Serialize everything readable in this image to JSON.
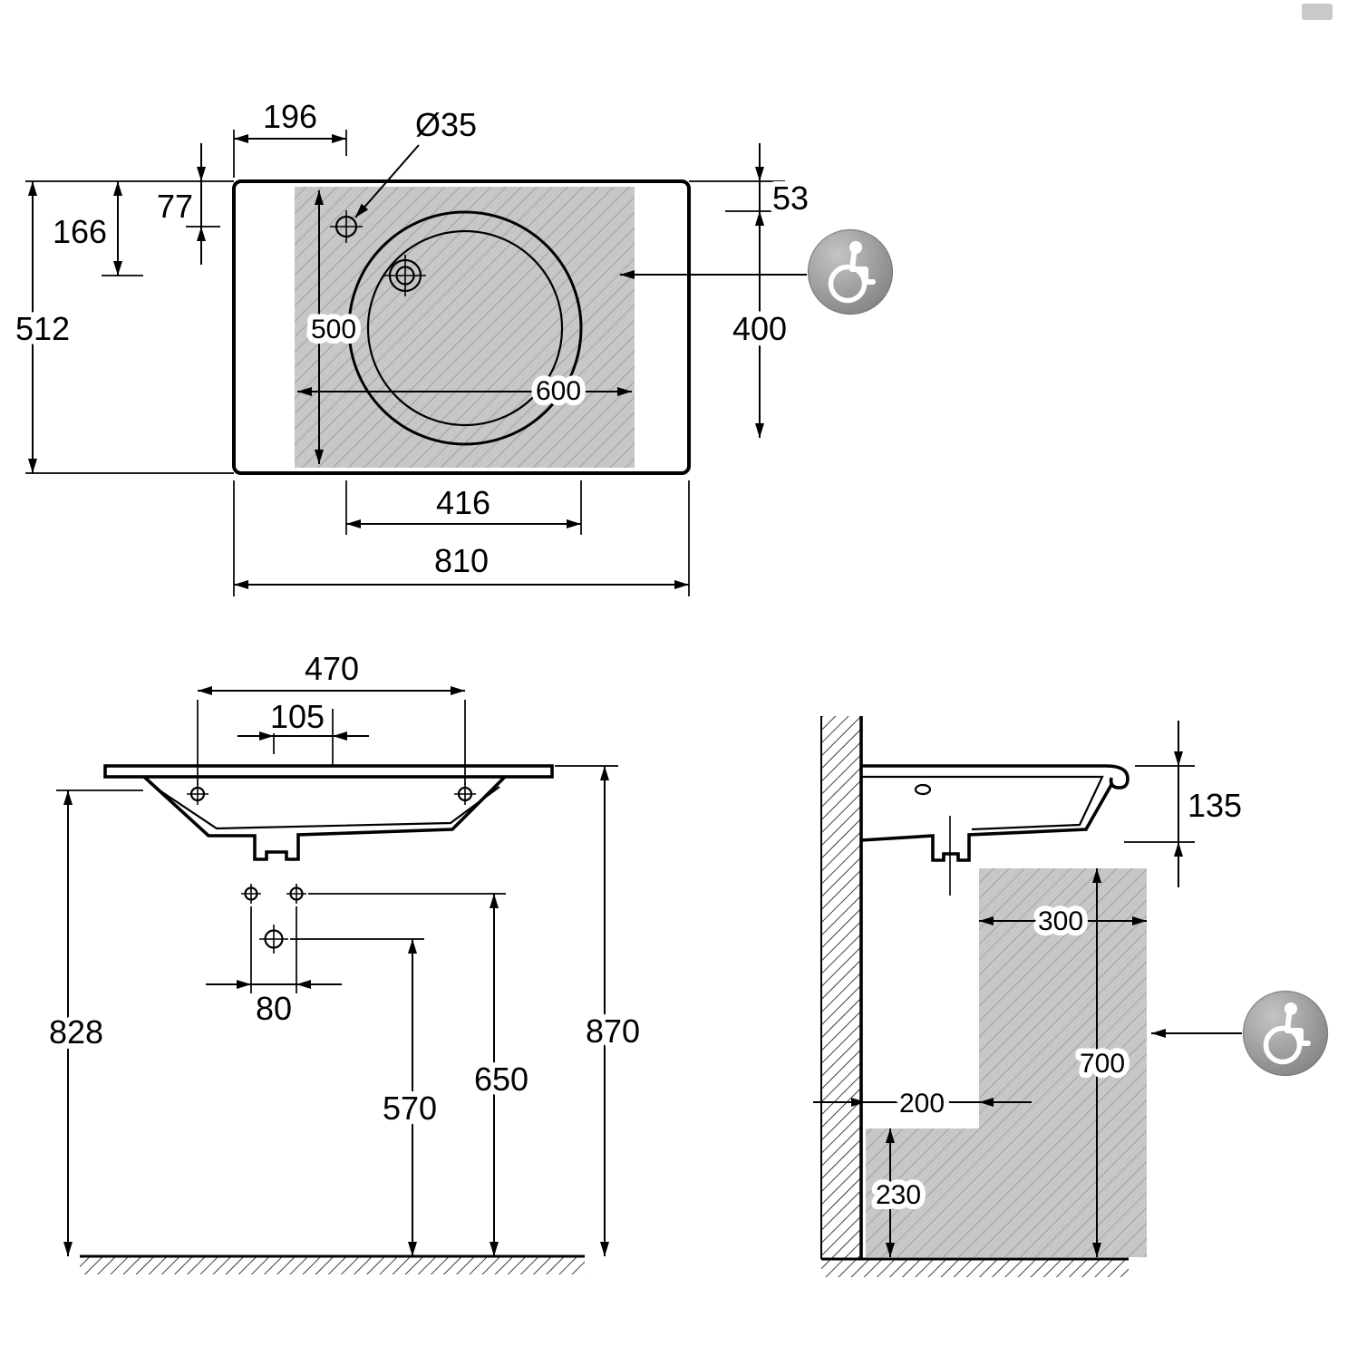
{
  "drawing": {
    "type": "technical-dimension-drawing",
    "subject": "wall-mounted accessible washbasin, three orthographic views with accessibility clearance zones"
  },
  "colors": {
    "line": "#000000",
    "hatch_fill": "#c7c7c7",
    "hatch_line": "#a6a6a6",
    "icon_gray": "#9b9b9b",
    "icon_symbol": "#ffffff"
  },
  "icons": {
    "accessibility": "wheelchair-symbol",
    "unicode_equivalent": "♿"
  },
  "top_view": {
    "dims": {
      "hole_offset_x": "196",
      "hole_diameter": "Ø35",
      "hole_offset_y": "77",
      "second_hole_offset_y": "166",
      "overall_depth": "512",
      "zone_depth": "500",
      "zone_width": "600",
      "zone_gap_top": "53",
      "zone_height": "400",
      "bowl_width": "416",
      "overall_width": "810"
    }
  },
  "front_view": {
    "dims": {
      "fixing_holes_span": "470",
      "drain_offset_from_center": "105",
      "underside_height": "828",
      "rim_height": "870",
      "bolts_height": "650",
      "drain_height": "570",
      "bolts_span": "80"
    }
  },
  "side_view": {
    "dims": {
      "basin_depth": "135",
      "knee_clearance_width": "300",
      "knee_clearance_height": "700",
      "toe_clearance_depth": "200",
      "toe_clearance_height": "230"
    }
  }
}
